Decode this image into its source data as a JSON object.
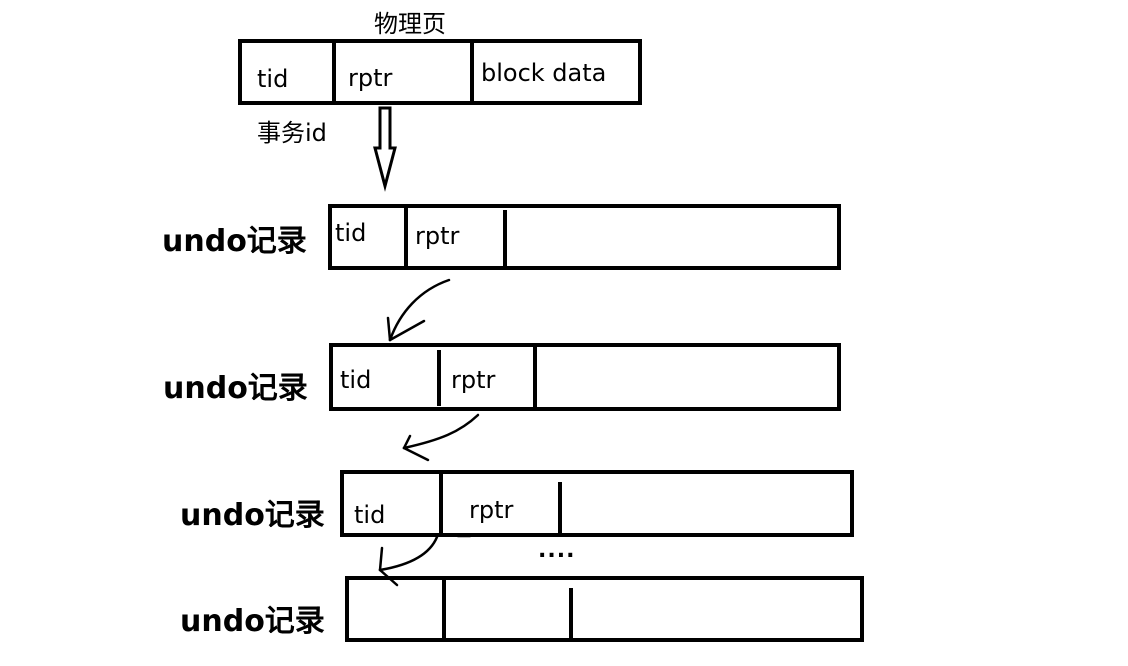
{
  "physical_page": {
    "title": "物理页",
    "fields": [
      "tid",
      "rptr",
      "block data"
    ],
    "tid_note": "事务id"
  },
  "undo_records": [
    {
      "label": "undo记录",
      "fields": [
        "tid",
        "rptr"
      ]
    },
    {
      "label": "undo记录",
      "fields": [
        "tid",
        "rptr"
      ]
    },
    {
      "label": "undo记录",
      "fields": [
        "tid",
        "rptr"
      ]
    },
    {
      "label": "undo记录",
      "fields": []
    }
  ],
  "continuation": "....",
  "colors": {
    "stroke": "#000000",
    "background": "#ffffff"
  }
}
